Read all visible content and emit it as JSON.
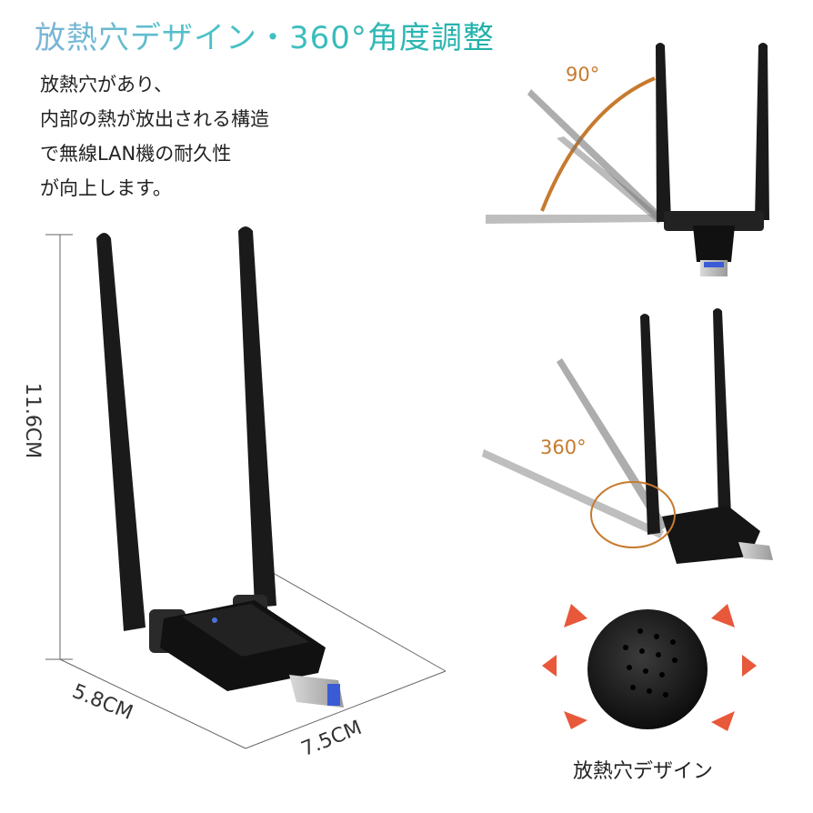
{
  "title": "放熱穴デザイン・360°角度調整",
  "description": [
    "放熱穴があり、",
    "内部の熱が放出される構造",
    "で無線LAN機の耐久性",
    "が向上します。"
  ],
  "dimensions": {
    "height": "11.6CM",
    "width": "5.8CM",
    "depth": "7.5CM"
  },
  "angles": {
    "tilt": "90°",
    "rotate": "360°"
  },
  "heat_caption": "放熱穴デザイン",
  "colors": {
    "accent_orange": "#c77a2f",
    "title_teal": "#49c3c8",
    "arrow_red": "#e8583a"
  }
}
